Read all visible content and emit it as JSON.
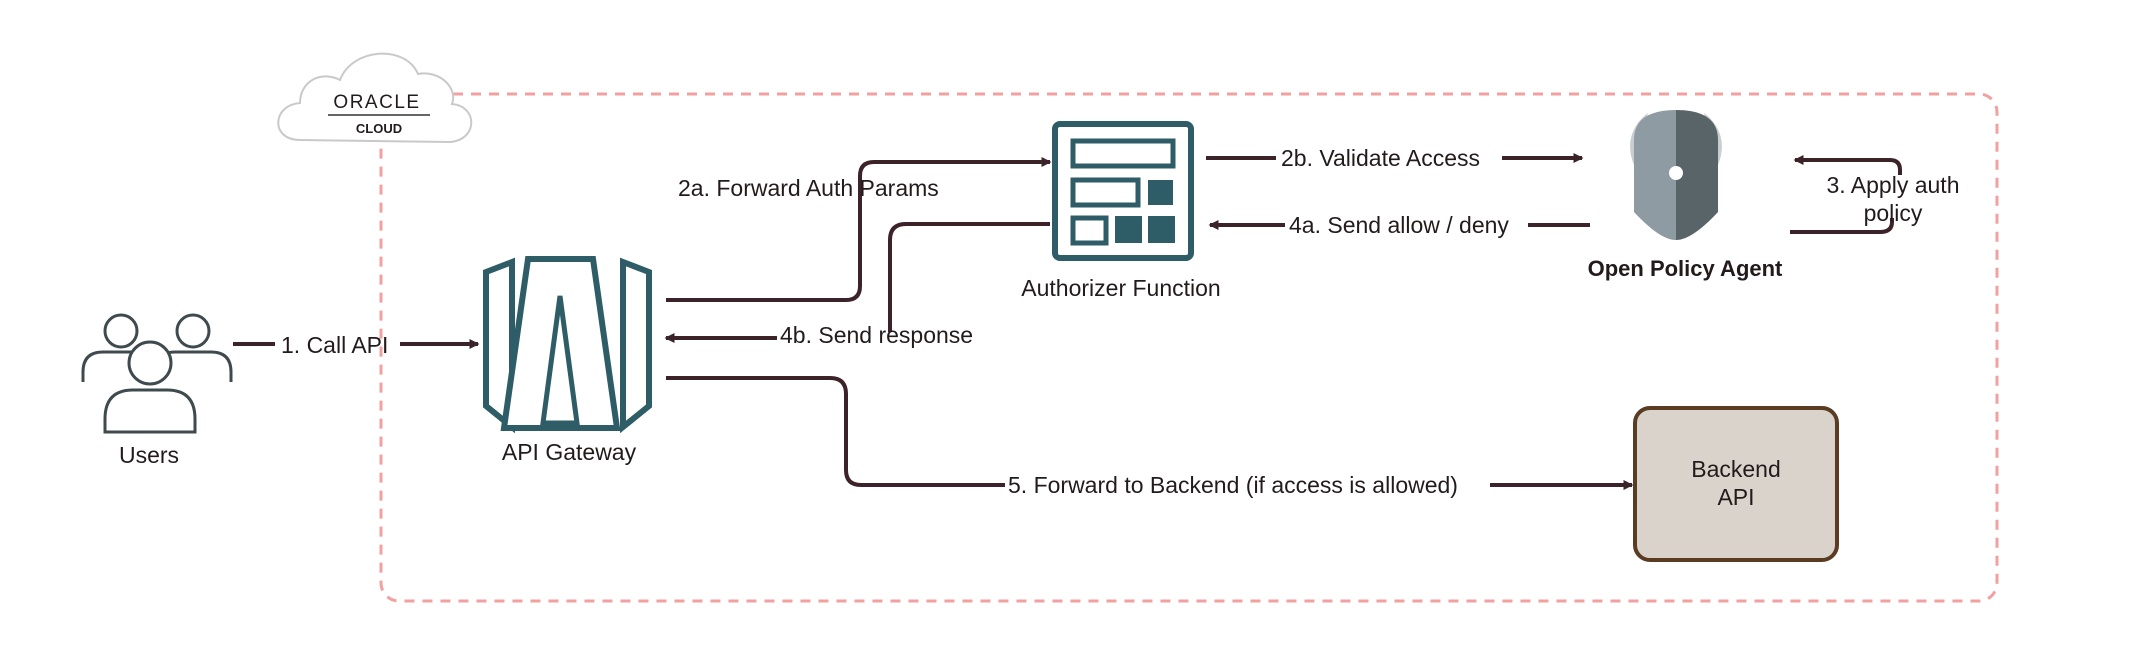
{
  "cloud": {
    "brand": "ORACLE",
    "subtitle": "CLOUD",
    "brand_color": "#e0362b"
  },
  "nodes": {
    "users": {
      "label": "Users",
      "icon": "users-icon"
    },
    "api_gateway": {
      "label": "API Gateway",
      "icon": "api-gateway-icon"
    },
    "authorizer": {
      "label": "Authorizer Function",
      "icon": "function-icon"
    },
    "opa": {
      "label": "Open Policy Agent",
      "icon": "opa-viking-icon"
    },
    "backend": {
      "label_line1": "Backend",
      "label_line2": "API"
    }
  },
  "edges": {
    "call_api": "1. Call API",
    "forward_auth": "2a. Forward Auth Params",
    "validate_access": "2b. Validate Access",
    "apply_policy_line1": "3. Apply auth",
    "apply_policy_line2": "policy",
    "send_allow_deny": "4a. Send allow / deny",
    "send_response": "4b. Send response",
    "forward_backend": "5. Forward to Backend (if access is allowed)"
  },
  "colors": {
    "boundary": "#f2a0a0",
    "edge": "#3b2329",
    "icon_teal": "#2e5d67",
    "backend_fill": "#d9d3cc",
    "backend_stroke": "#5a3c23",
    "opa_light": "#8e9ba2",
    "opa_dark": "#586468",
    "opa_horn": "#c7cdd0"
  }
}
